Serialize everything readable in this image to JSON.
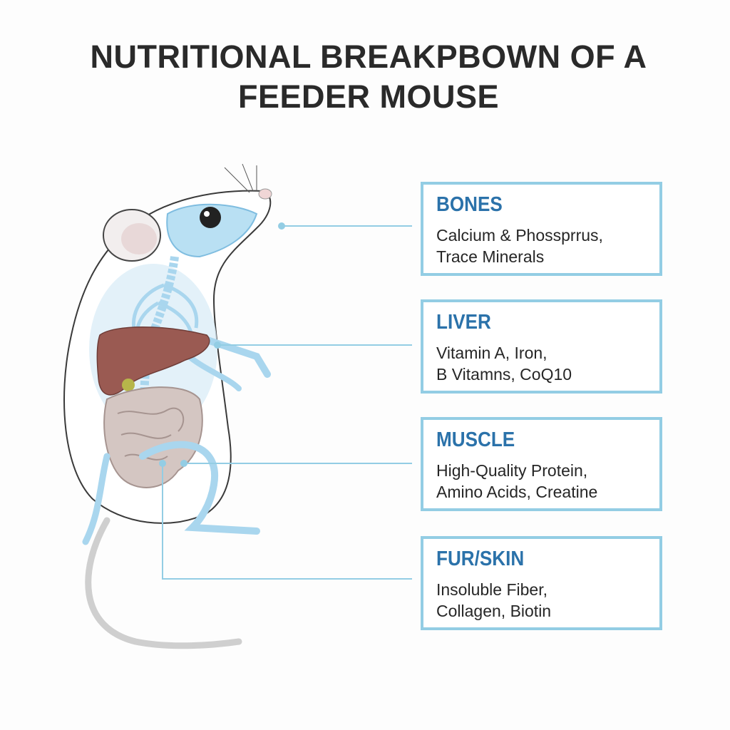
{
  "title": {
    "line1": "NUTRITIONAL BREAKPBOWN OF A",
    "line2": "FEEDER MOUSE"
  },
  "callouts": [
    {
      "heading": "BONES",
      "line1": "Calcium & Phossprrus,",
      "line2": "Trace Minerals"
    },
    {
      "heading": "LIVER",
      "line1": "Vitamin A, Iron,",
      "line2": "B Vitamns, CoQ10"
    },
    {
      "heading": "MUSCLE",
      "line1": "High-Quality Protein,",
      "line2": "Amino Acids, Creatine"
    },
    {
      "heading": "FUR/SKIN",
      "line1": "Insoluble Fiber,",
      "line2": "Collagen, Biotin"
    }
  ],
  "colors": {
    "accent": "#2b72aa",
    "border": "#93cde4",
    "skeleton": "#a9d6ee",
    "liver": "#9a5a52",
    "intestine": "#c9b9b4"
  }
}
